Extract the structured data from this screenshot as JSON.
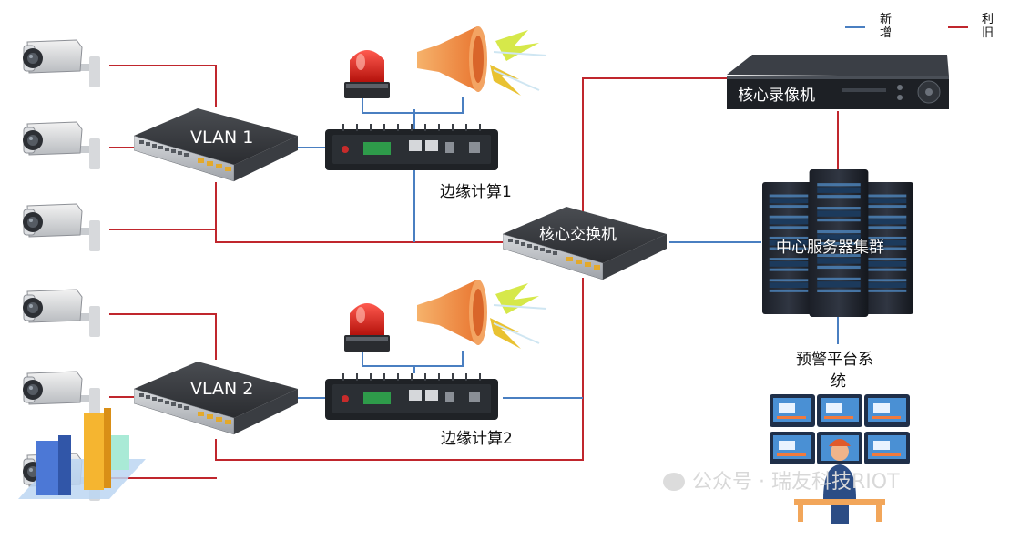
{
  "legend": {
    "new_label": "新增",
    "reuse_label": "利旧",
    "new_color": "#4a7fc1",
    "reuse_color": "#c0262d"
  },
  "devices": {
    "vlan1": "VLAN 1",
    "vlan2": "VLAN 2",
    "core_switch": "核心交换机",
    "core_nvr": "核心录像机",
    "server_cluster": "中心服务器集群",
    "edge1": "边缘计算1",
    "edge2": "边缘计算2",
    "warning_platform_line1": "预警平台系",
    "warning_platform_line2": "统"
  },
  "watermark": "公众号 · 瑞友科技RIOT"
}
